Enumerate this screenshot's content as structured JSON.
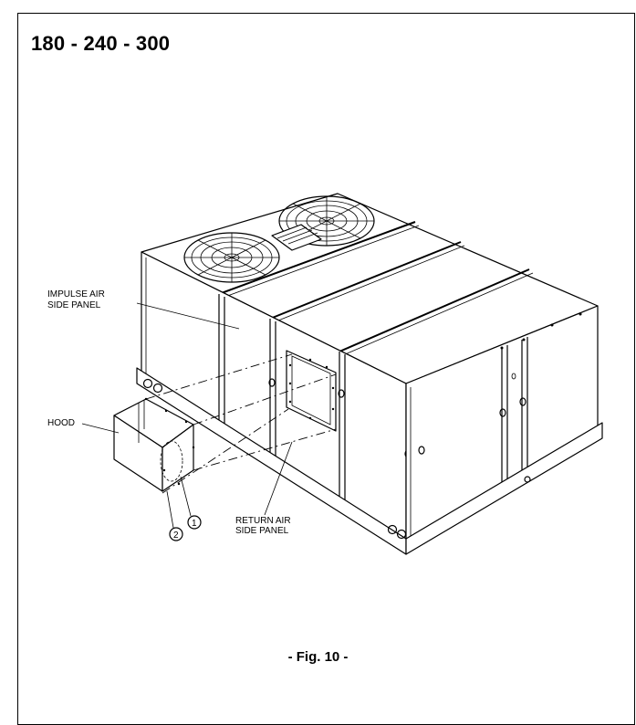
{
  "header": {
    "title": "180 - 240 - 300"
  },
  "labels": {
    "impulse_line1": "IMPULSE AIR",
    "impulse_line2": "SIDE PANEL",
    "hood": "HOOD",
    "return_line1": "RETURN AIR",
    "return_line2": "SIDE PANEL",
    "callout_1": "1",
    "callout_2": "2"
  },
  "caption": "- Fig. 10 -"
}
